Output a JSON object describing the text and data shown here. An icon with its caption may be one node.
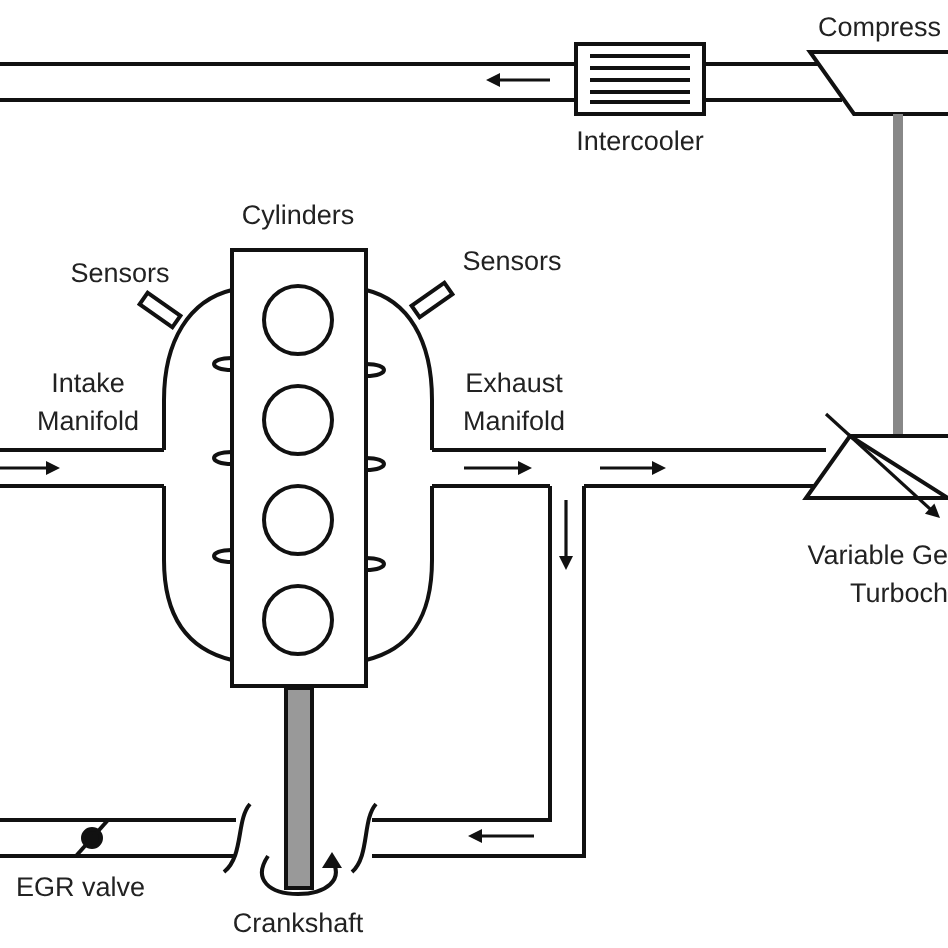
{
  "diagram": {
    "labels": [
      "Compress",
      "Intercooler",
      "Cylinders",
      "Sensors",
      "Sensors",
      "Intake Manifold",
      "Exhaust Manifold",
      "Variable Ge Turboch",
      "EGR valve",
      "Crankshaft"
    ]
  }
}
